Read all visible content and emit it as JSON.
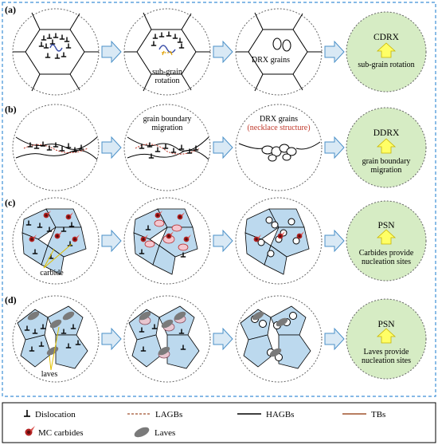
{
  "rows": [
    {
      "label": "(a)",
      "panel_notes": [
        "",
        "sub-grain rotation",
        "DRX grains",
        ""
      ],
      "mechanism": "CDRX",
      "description": "sub-grain rotation"
    },
    {
      "label": "(b)",
      "panel_notes": [
        "",
        "grain boundary migration",
        "DRX grains",
        ""
      ],
      "panel3_highlight": "(necklace structure)",
      "mechanism": "DDRX",
      "description": "grain boundary migration"
    },
    {
      "label": "(c)",
      "panel_notes": [
        "carbide",
        "",
        "",
        ""
      ],
      "mechanism": "PSN",
      "description": "Carbides provide nucleation sites"
    },
    {
      "label": "(d)",
      "panel_notes": [
        "laves",
        "",
        "",
        ""
      ],
      "mechanism": "PSN",
      "description": "Laves provide nucleation sites"
    }
  ],
  "legend": {
    "items": [
      {
        "name": "Dislocation",
        "symbol": "dislocation-icon"
      },
      {
        "name": "LAGBs",
        "symbol": "dashed-line-icon",
        "color": "#a0522d"
      },
      {
        "name": "HAGBs",
        "symbol": "solid-line-icon",
        "color": "#000000"
      },
      {
        "name": "TBs",
        "symbol": "solid-line-icon",
        "color": "#a0522d"
      },
      {
        "name": "MC carbides",
        "symbol": "carbide-icon",
        "color": "#b22222"
      },
      {
        "name": "Laves",
        "symbol": "laves-icon",
        "color": "#7a7a7a"
      }
    ]
  },
  "colors": {
    "grain_fill": "#bcd9ee",
    "mechanism_fill": "#d6ecc4",
    "arrow_fill": "#d9e9f5",
    "up_arrow": "#ffff66",
    "frame": "#3d8fd6"
  }
}
